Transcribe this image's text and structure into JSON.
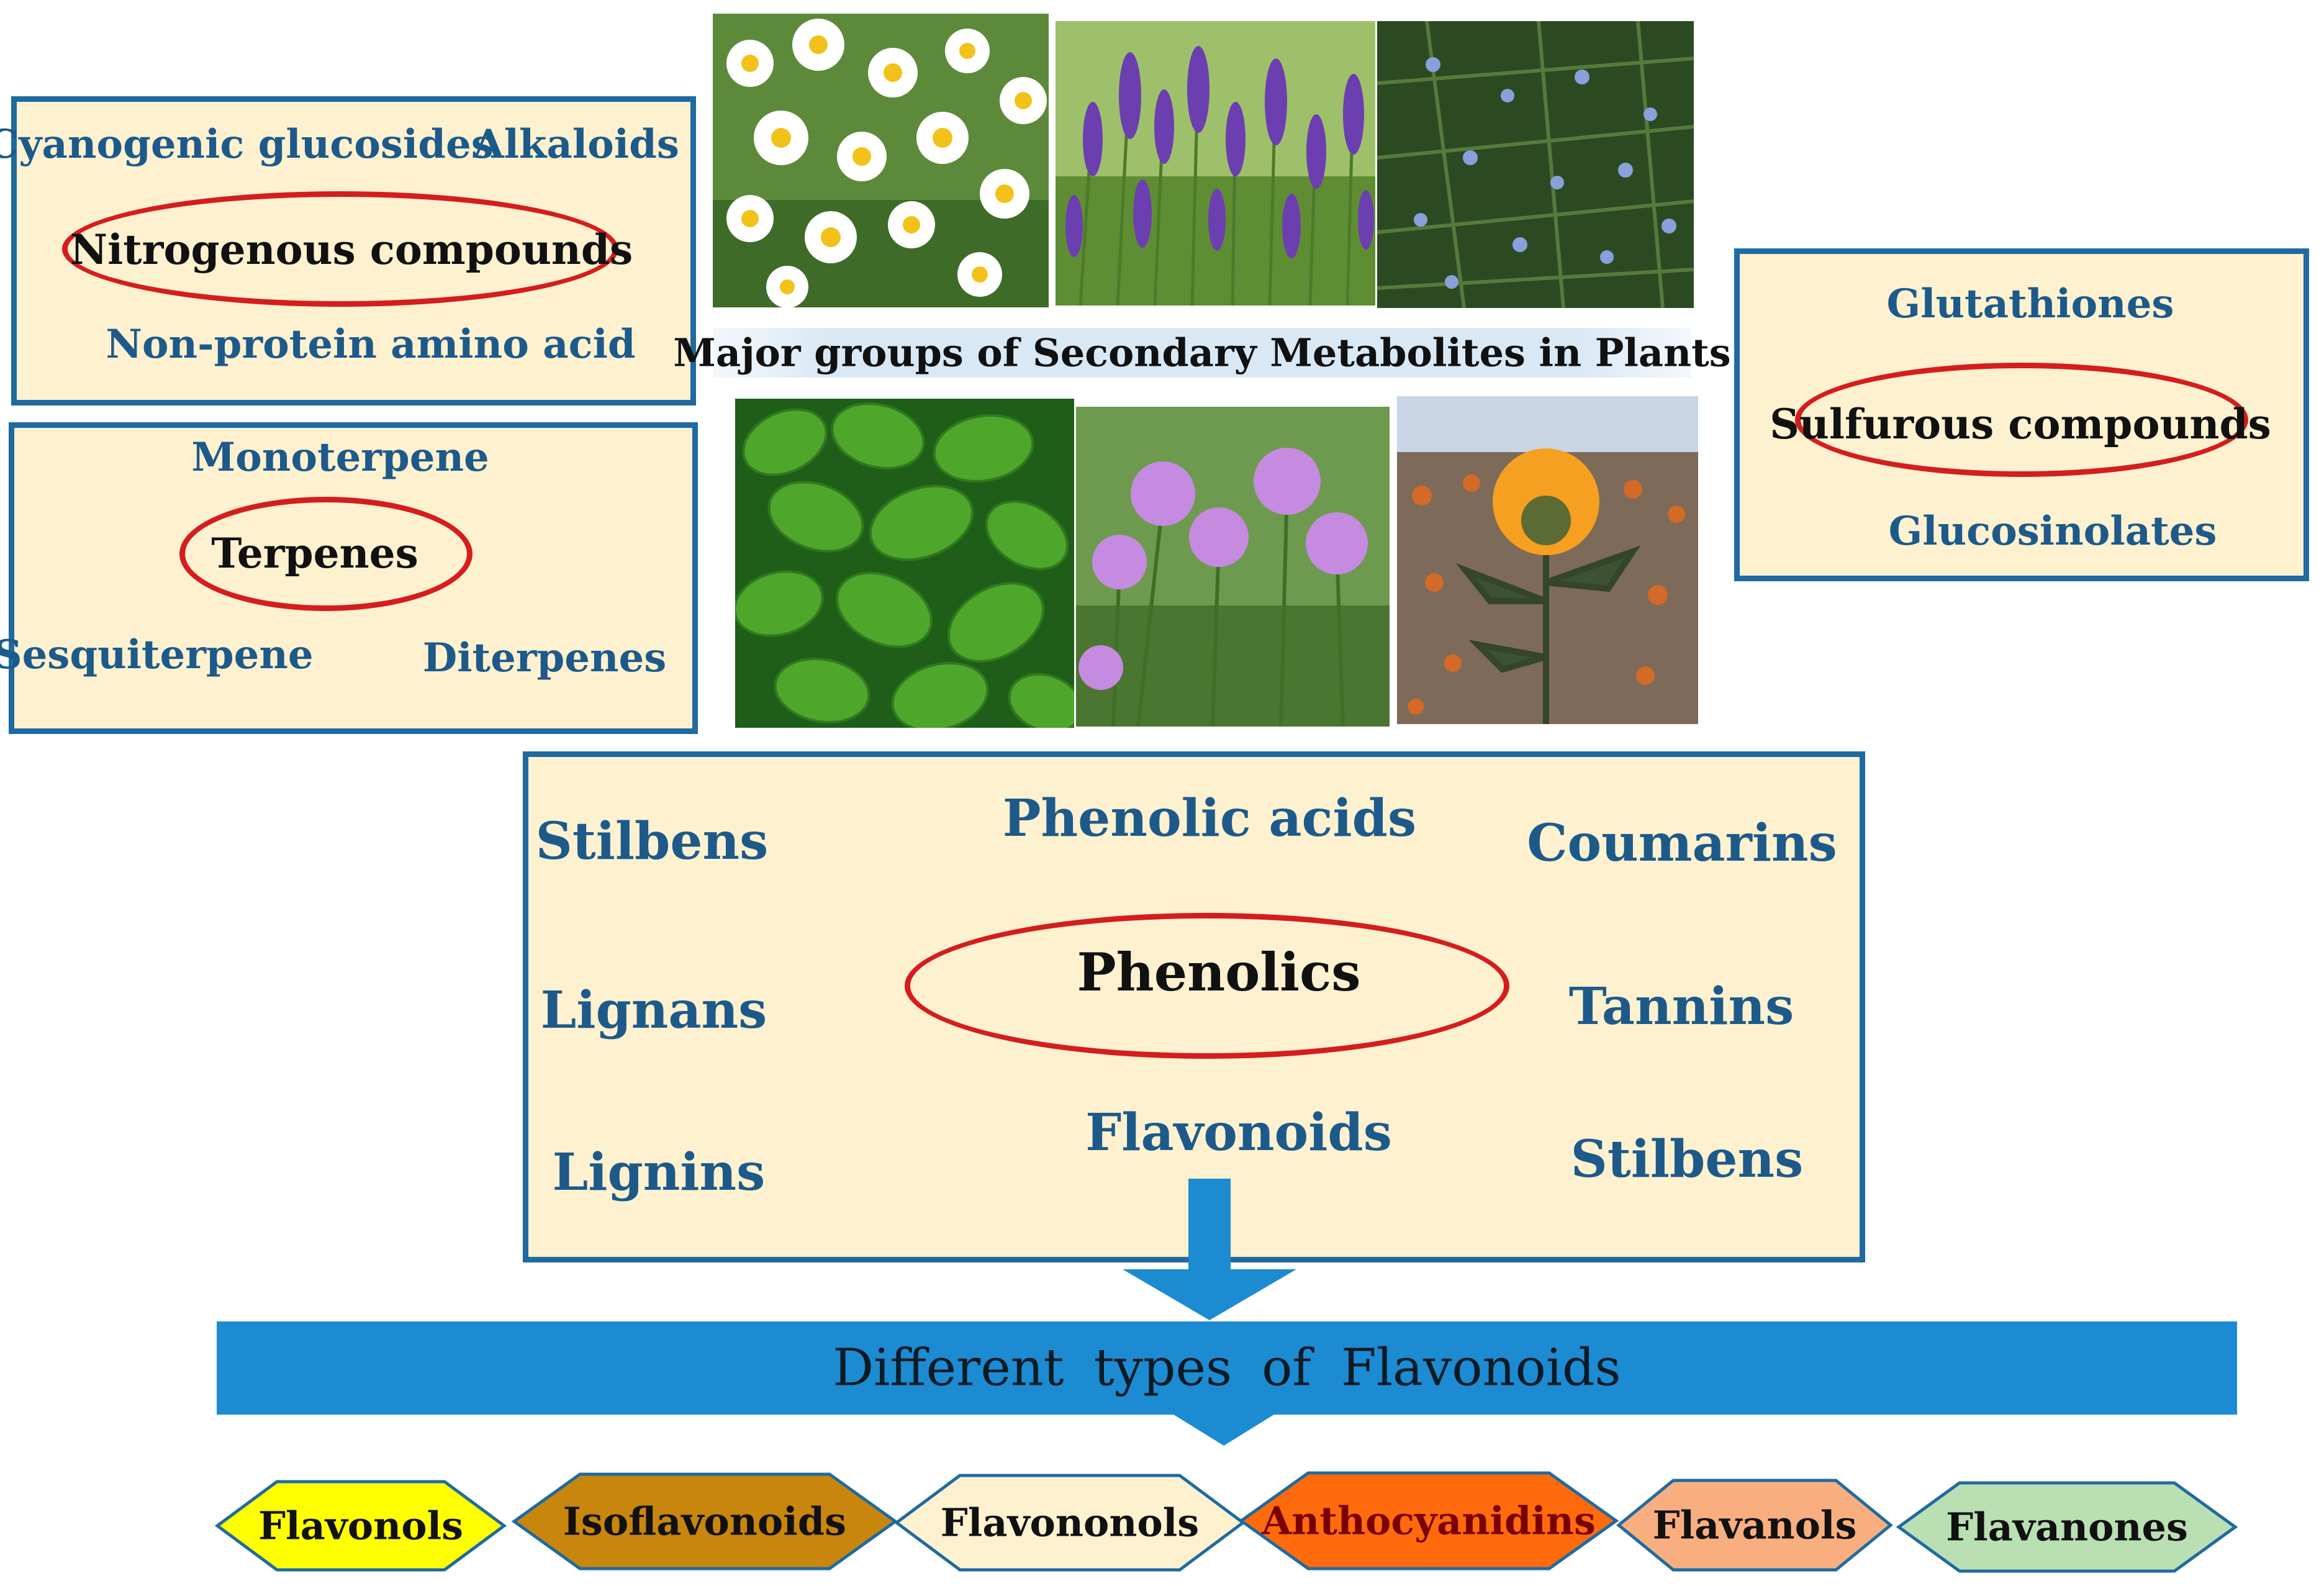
{
  "nitrogen_box": {
    "top_left": "Cyanogenic glucosides",
    "top_right": "Alkaloids",
    "center": "Nitrogenous compounds",
    "bottom": "Non-protein amino acid"
  },
  "terpene_box": {
    "top": "Monoterpene",
    "center": "Terpenes",
    "bottom_left": "Sesquiterpene",
    "bottom_right": "Diterpenes"
  },
  "sulfur_box": {
    "top": "Glutathiones",
    "center": "Sulfurous compounds",
    "bottom": "Glucosinolates"
  },
  "caption": "Major groups of Secondary Metabolites in Plants",
  "phenolic_box": {
    "top_left": "Stilbens",
    "top_center": "Phenolic acids",
    "top_right": "Coumarins",
    "mid_left": "Lignans",
    "center": "Phenolics",
    "mid_right": "Tannins",
    "bottom_left": "Lignins",
    "bottom_center": "Flavonoids",
    "bottom_right": "Stilbens"
  },
  "banner": "Different types of Flavonoids",
  "flavonoid_types": [
    {
      "label": "Flavonols",
      "fill": "#ffff00",
      "stroke": "#1f6aa0",
      "text": "#111111"
    },
    {
      "label": "Isoflavonoids",
      "fill": "#c8860d",
      "stroke": "#1f6aa0",
      "text": "#111111"
    },
    {
      "label": "Flavononols",
      "fill": "#fdf1cf",
      "stroke": "#1f6aa0",
      "text": "#111111"
    },
    {
      "label": "Anthocyanidins",
      "fill": "#ff6a0d",
      "stroke": "#1f6aa0",
      "text": "#7a0000"
    },
    {
      "label": "Flavanols",
      "fill": "#f9ae80",
      "stroke": "#1f6aa0",
      "text": "#111111"
    },
    {
      "label": "Flavanones",
      "fill": "#b9dfb3",
      "stroke": "#1f6aa0",
      "text": "#111111"
    }
  ],
  "photos": [
    {
      "name": "chamomile-photo"
    },
    {
      "name": "lavender-photo"
    },
    {
      "name": "rosemary-photo"
    },
    {
      "name": "basil-photo"
    },
    {
      "name": "chives-photo"
    },
    {
      "name": "safflower-photo"
    }
  ]
}
